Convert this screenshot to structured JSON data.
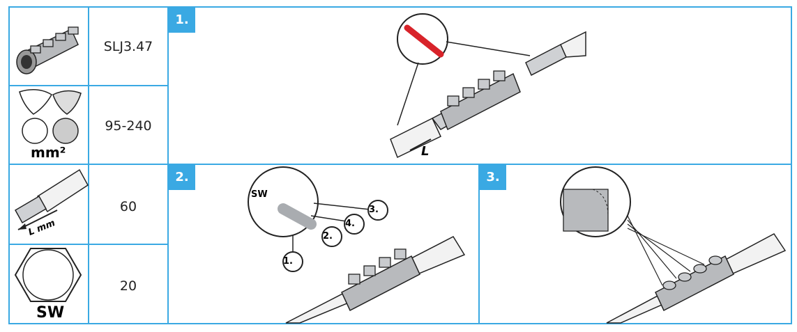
{
  "spec_table": {
    "model": "SLJ3.47",
    "cross_section": "95-240",
    "cross_section_unit": "mm²",
    "strip_length": "60",
    "strip_length_label": "L mm",
    "wrench_size": "20",
    "wrench_label": "SW"
  },
  "steps": [
    {
      "number": "1.",
      "length_label": "L"
    },
    {
      "number": "2.",
      "wrench_label": "SW",
      "sequence": [
        "1.",
        "2.",
        "4.",
        "3."
      ]
    },
    {
      "number": "3."
    }
  ],
  "colors": {
    "border": "#3aa9e3",
    "brush": "#d8232a",
    "connector": "#a9acb0"
  }
}
